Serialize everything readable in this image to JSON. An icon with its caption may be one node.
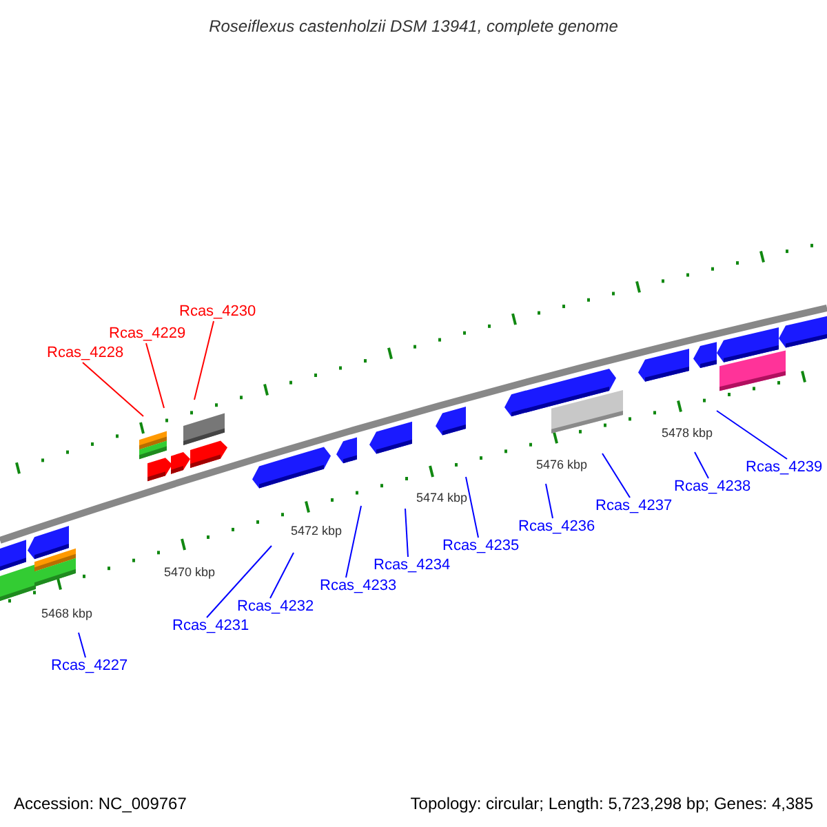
{
  "diagram": {
    "title": "Roseiflexus castenholzii DSM 13941, complete genome",
    "nodes": [
      {
        "text": [
          "Rcas_4227"
        ]
      },
      {
        "text": [
          "Rcas_4228"
        ]
      },
      {
        "text": [
          "Rcas_4229"
        ]
      },
      {
        "text": [
          "Rcas_4230"
        ]
      },
      {
        "text": [
          "Rcas_4231"
        ]
      },
      {
        "text": [
          "Rcas_4232"
        ]
      },
      {
        "text": [
          "Rcas_4233"
        ]
      },
      {
        "text": [
          "Rcas_4234"
        ]
      },
      {
        "text": [
          "Rcas_4235"
        ]
      },
      {
        "text": [
          "Rcas_4236"
        ]
      },
      {
        "text": [
          "Rcas_4237"
        ]
      },
      {
        "text": [
          "Rcas_4238"
        ]
      },
      {
        "text": [
          "Rcas_4239"
        ]
      }
    ],
    "edges": [
      {
        "from": 0,
        "to": null,
        "arrow": "none"
      },
      {
        "from": 1,
        "to": null,
        "arrow": "none",
        "color": "#ff0000"
      },
      {
        "from": 2,
        "to": null,
        "arrow": "none",
        "color": "#ff0000"
      },
      {
        "from": 3,
        "to": null,
        "arrow": "none",
        "color": "#ff0000"
      },
      {
        "from": 4,
        "to": null,
        "arrow": "none"
      },
      {
        "from": 5,
        "to": null,
        "arrow": "none"
      },
      {
        "from": 6,
        "to": null,
        "arrow": "none"
      },
      {
        "from": 7,
        "to": null,
        "arrow": "none"
      },
      {
        "from": 8,
        "to": null,
        "arrow": "none"
      },
      {
        "from": 9,
        "to": null,
        "arrow": "none"
      },
      {
        "from": 10,
        "to": null,
        "arrow": "none"
      },
      {
        "from": 11,
        "to": null,
        "arrow": "none"
      },
      {
        "from": 12,
        "to": null,
        "arrow": "none"
      }
    ],
    "labels": [
      "5468 kbp",
      "5470 kbp",
      "5472 kbp",
      "5474 kbp",
      "5476 kbp",
      "5478 kbp",
      "Accession: NC_009767",
      "Topology: circular; Length: 5,723,298 bp; Genes: 4,385"
    ]
  }
}
